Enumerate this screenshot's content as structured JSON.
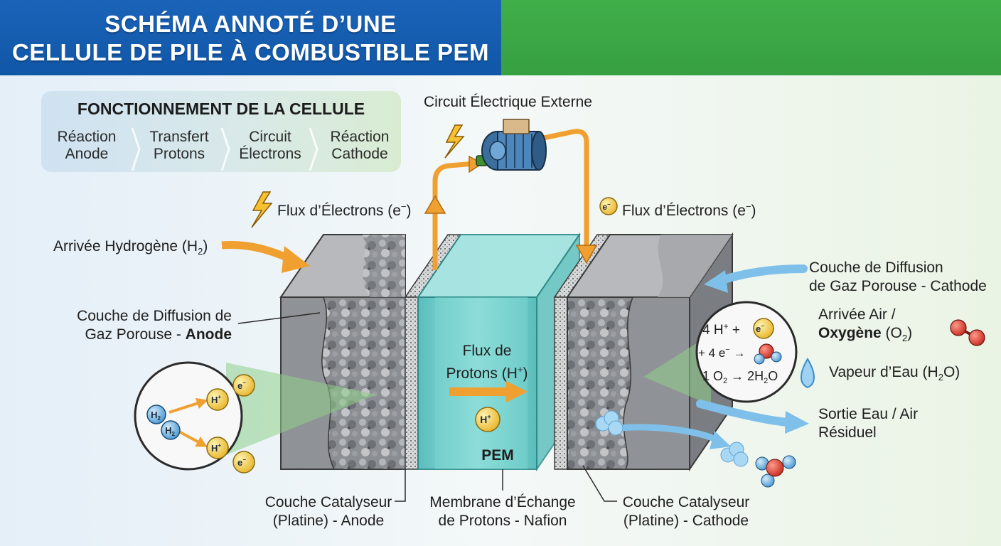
{
  "header": {
    "title_line1": "SCHÉMA ANNOTÉ D’UNE",
    "title_line2": "CELLULE DE PILE À COMBUSTIBLE PEM"
  },
  "process": {
    "title": "FONCTIONNEMENT DE LA CELLULE",
    "steps": [
      {
        "line1": "Réaction",
        "line2": "Anode"
      },
      {
        "line1": "Transfert",
        "line2": "Protons"
      },
      {
        "line1": "Circuit",
        "line2": "Électrons"
      },
      {
        "line1": "Réaction",
        "line2": "Cathode"
      }
    ]
  },
  "labels": {
    "external_circuit": "Circuit Électrique Externe",
    "electron_flux_left": "Flux d’Électrons (e",
    "electron_flux_right": "Flux d’Électrons (e",
    "minus": "−",
    "hydrogen_in": "Arrivée Hydrogène (H",
    "hydrogen_in_sub": "2",
    "close_paren": ")",
    "gdl_anode_line1": "Couche de Diffusion de",
    "gdl_anode_line2_a": "Gaz Porouse - ",
    "gdl_anode_line2_b": "Anode",
    "gdl_cathode_line1": "Couche de Diffusion",
    "gdl_cathode_line2": "de Gaz Porouse - Cathode",
    "air_in_line1": "Arrivée Air /",
    "air_in_line2_a": "Oxygène",
    "air_in_line2_b": " (O",
    "air_in_sub": "2",
    "water_vapor": "Vapeur d’Eau (H",
    "water_vapor_sub": "2",
    "water_vapor_end": "O)",
    "exit_line1": "Sortie Eau / Air",
    "exit_line2": "Résiduel",
    "proton_flux_line1": "Flux de",
    "proton_flux_line2": "Protons (H",
    "proton_flux_sup": "+",
    "pem": "PEM",
    "catalyst_anode_line1": "Couche Catalyseur",
    "catalyst_anode_line2": "(Platine) - Anode",
    "membrane_line1": "Membrane d’Échange",
    "membrane_line2": "de Protons - Nafion",
    "catalyst_cathode_line1": "Couche Catalyseur",
    "catalyst_cathode_line2": "(Platine) - Cathode"
  },
  "equation": {
    "l1_a": "4 H",
    "l1_sup": "+",
    "l1_b": " +",
    "l2": "+ 4 e",
    "l2_sup": "−",
    "l2_arrow": " →",
    "l3_a": "1 O",
    "l3_sub1": "2",
    "l3_arrow": " → ",
    "l3_b": "2H",
    "l3_sub2": "2",
    "l3_c": "O"
  },
  "particles": {
    "h2": "H",
    "h2_sub": "2",
    "hplus": "H",
    "hplus_sup": "+",
    "eminus": "e",
    "eminus_sup": "−"
  },
  "colors": {
    "banner_blue": "#1a63b8",
    "banner_green": "#3fae49",
    "arrow_orange": "#f0a030",
    "arrow_blue": "#7fc0ea",
    "membrane_teal": "#5cc7c4",
    "particle_yellow": "#f6cf47",
    "hydrogen_blue": "#6ab0e0"
  }
}
